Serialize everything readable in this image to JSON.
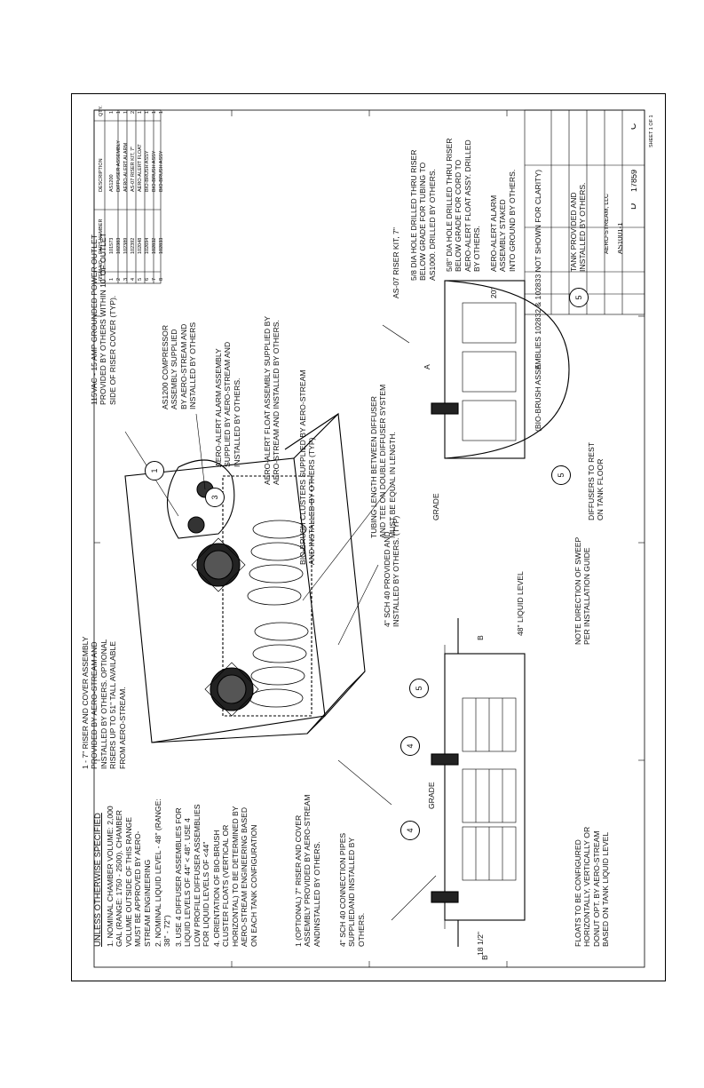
{
  "notes": {
    "title": "UNLESS OTHERWISE SPECIFIED",
    "items": [
      "1. NOMINAL CHAMBER VOLUME: 2,000\nGAL (RANGE: 1750 - 2500). CHAMBER\nVOLUME OUTSIDE OF THIS RANGE\nMUST BE APPROVED BY AERO-\nSTREAM ENGINEERING",
      "2. NOMINAL LIQUID LEVEL - 48\"  (RANGE:\n38\" - 72\")",
      "3. USE 4 DIFFUSER ASSEMBLIES FOR\nLIQUID LEVELS OF 44\" < 48\". USE 4\nLOW PROFILE DIFFUSER ASSEMBLIES\nFOR LIQUID LEVELS OF <44\"",
      "4. ORIENTATION OF BIO-BRUSH\nCLUSTER FLOATS (VERTICAL OR\nHORIZONTAL) TO BE DETERMINED BY\nAERO-STREAM ENGINEERING BASED\nON EACH TANK CONFIGURATION"
    ]
  },
  "callouts": {
    "power_outlet": "115VAC - 15 AMP GROUNDED POWER OUTLET\nPROVIDED BY OTHERS WITHIN 10' OF OUTLET\nSIDE OF RISER COVER (TYP).",
    "compressor": "AS1200 COMPRESSOR\nASSEMBLY SUPPLIED\nBY AERO-STREAM AND\nINSTALLED BY OTHERS",
    "alarm_assembly": "AERO-ALERT ALARM ASSEMBLY\nSUPPLIED BY AERO-STREAM AND\nINSTALLED BY OTHERS.",
    "float_assembly": "AERO-ALERT FLOAT ASSEMBLY SUPPLIED BY\nAERO-STREAM AND INSTALLED BY OTHERS.",
    "bio_brush": "BIO-BRUSH CLUSTERS SUPPLIED BY AERO-STREAM\nAND INSTALLED BY OTHERS (TYP)",
    "riser_cover": "1 - 7\" RISER AND COVER ASSEMBLY\nPROVIDED BY AERO-STREAM AND\nINSTALLED BY OTHERS. OPTIONAL\nRISERS UP TO 51\" TALL AVAILABLE\nFROM AERO-STREAM.",
    "optional_riser": "1 (OPTIONAL) 7\" RISER AND COVER\nASSEMBLY PROVIDED BY AERO-STREAM\nANDINSTALLED BY OTHERS.",
    "connection_pipes": "4\" SCH 40 CONNECTION PIPES\nSUPPLIEDAND INSTALLED BY\nOTHERS.",
    "floats_config": "FLOATS TO BE CONFIGURED\nHORIZONTALLY, VERTICALLY OR\nDONUT OPT. BY AERO-STREAM\nBASED ON TANK LIQUID LEVEL",
    "sch40": "4\" SCH 40 PROVIDED AND\nINSTALLED BY OTHERS. (TYP)",
    "tubing": "TUBING LENGTH BETWEEN DIFFUSER\nAND TEE ON DOUBLE DIFFUSER SYSTEM\nMUST BE EQUAL IN LENGTH.",
    "sweep": "NOTE DIRECTION OF SWEEP\nPER INSTALLATION GUIDE",
    "diffusers": "DIFFUSERS TO REST\nON TANK FLOOR",
    "riser_kit": "AS-07 RISER KIT, 7\"",
    "hole_tubing": "5/8 DIA HOLE DRILLED THRU RISER\nBELOW GRADE FOR TUBING TO\nAS1000. DRILLED BY OTHERS.",
    "hole_cord": "5/8\" DIA HOLE DRILLED THRU RISER\nBELOW GRADE FOR CORD TO\nAERO-ALERT FLOAT ASSY. DRILLED\nBY OTHERS.",
    "alarm_staked": "AERO-ALERT ALARM\nASSEMBLY STAKED\nINTO GROUND BY OTHERS.",
    "tank": "TANK PROVIDED AND\nINSTALLED BY OTHERS.",
    "bio_brush_note": "(BIO-BRUSH ASSEMBLIES 102832 & 102833 NOT SHOWN FOR CLARITY)"
  },
  "labels": {
    "grade": "GRADE",
    "liquid_level": "48\" LIQUID LEVEL",
    "dim_18": "18 1/2\"",
    "dim_20": "20\"",
    "section_a": "A",
    "section_b": "B"
  },
  "balloons": [
    "1",
    "3",
    "4",
    "4",
    "5",
    "5",
    "5"
  ],
  "bom": {
    "headers": [
      "ITEM NO.",
      "PART NUMBER",
      "DESCRIPTION",
      "QTY."
    ],
    "rows": [
      [
        "1",
        "101573",
        "AS1200",
        "1"
      ],
      [
        "2",
        "102383",
        "DIFFUSER ASSEMBLY",
        "1"
      ],
      [
        "3",
        "102389",
        "AERO-ALERT ALARM",
        "1"
      ],
      [
        "4",
        "102392",
        "AS-07 RISER KIT, 7\"",
        "2"
      ],
      [
        "5",
        "102048",
        "AERO-ALERT FLOAT",
        "1"
      ],
      [
        "6",
        "102694",
        "BIO-BRUSH ASSY",
        "1"
      ],
      [
        "7",
        "102832",
        "BIO-BRUSH ASSY",
        "1"
      ],
      [
        "8",
        "102833",
        "BIO-BRUSH ASSY",
        "1"
      ]
    ]
  },
  "title_block": {
    "company": "AERO-STREAM, LLC",
    "drawing_number": "AS1001-1",
    "size": "D",
    "dwg_no": "17859",
    "rev": "C",
    "sheet": "SHEET 1 OF 1"
  }
}
